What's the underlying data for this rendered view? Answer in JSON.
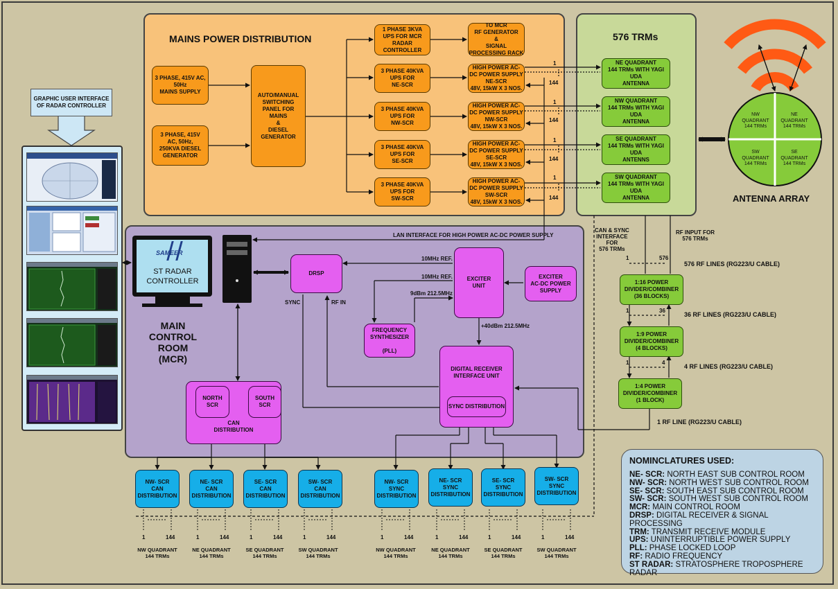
{
  "mains": {
    "title": "MAINS POWER DISTRIBUTION",
    "supply_ac": "3 PHASE, 415V AC,\n50Hz\nMAINS SUPPLY",
    "supply_dg": "3 PHASE, 415V\nAC, 50Hz,\n250KVA DIESEL\nGENERATOR",
    "switch_panel": "AUTO/MANUAL\nSWITCHING\nPANEL FOR\nMAINS\n&\nDIESEL\nGENERATOR",
    "ups_mcr": "1 PHASE 3KVA\nUPS FOR MCR\nRADAR\nCONTROLLER",
    "rf_gen": "TO MCR\nRF GENERATOR\n&\nSIGNAL\nPROCESSING RACK",
    "ups": [
      "3 PHASE 40KVA\nUPS FOR\nNE-SCR",
      "3 PHASE 40KVA\nUPS FOR\nNW-SCR",
      "3 PHASE 40KVA\nUPS FOR\nSE-SCR",
      "3 PHASE 40KVA\nUPS FOR\nSW-SCR"
    ],
    "hp_supply": [
      "HIGH POWER AC-\nDC POWER SUPPLY\nNE-SCR\n48V, 15kW X 3 NOS.",
      "HIGH POWER AC-\nDC POWER SUPPLY\nNW-SCR\n48V, 15kW X 3 NOS.",
      "HIGH POWER AC-\nDC POWER SUPPLY\nSE-SCR\n48V, 15kW X 3 NOS.",
      "HIGH POWER AC-\nDC POWER SUPPLY\nSW-SCR\n48V, 15kW X 3 NOS."
    ],
    "range_top": "1",
    "range_bottom": "144"
  },
  "trm": {
    "title": "576 TRMs",
    "quadrants": [
      "NE QUADRANT\n144 TRMs WITH YAGI UDA\nANTENNA",
      "NW QUADRANT\n144 TRMs WITH YAGI UDA\nANTENNA",
      "SE QUADRANT\n144 TRMs WITH YAGI UDA\nANTENNS",
      "SW QUADRANT\n144 TRMs WITH YAGI UDA\nANTENNA"
    ]
  },
  "antenna": {
    "title": "ANTENNA ARRAY",
    "quadrants": [
      "NW\nQUADRANT\n144 TRMs",
      "NE\nQUADRANT\n144 TRMs",
      "SW\nQUADRANT\n144 TRMs",
      "SE\nQUADRANT\n144 TRMs"
    ]
  },
  "gui": {
    "caption": "GRAPHIC USER INTERFACE\nOF RADAR CONTROLLER"
  },
  "mcr": {
    "title": "MAIN\nCONTROL\nROOM\n(MCR)",
    "lan_label": "LAN INTERFACE FOR HIGH POWER AC-DC POWER SUPPLY",
    "monitor_logo": "SAMEER",
    "monitor_text": "ST RADAR\nCONTROLLER",
    "drsp": "DRSP",
    "exciter": "EXCITER\nUNIT",
    "exciter_ps": "EXCITER\nAC-DC POWER\nSUPPLY",
    "synth": "FREQUENCY\nSYNTHESIZER\n\n(PLL)",
    "digital_rx": "DIGITAL RECEIVER\nINTERFACE UNIT",
    "sync_dist": "SYNC DISTRIBUTION",
    "can_dist": "CAN\nDISTRIBUTION",
    "north_scr": "NORTH\nSCR",
    "south_scr": "SOUTH\nSCR",
    "ref1": "10MHz REF.",
    "ref2": "10MHz REF.",
    "pll_out": "9dBm 212.5MHz",
    "exc_out": "+40dBm 212.5MHz",
    "sync": "SYNC",
    "rf_in": "RF IN"
  },
  "rf": {
    "can_sync": "CAN & SYNC\nINTERFACE\nFOR\n576 TRMs",
    "rf_input": "RF INPUT FOR\n576 TRMs",
    "lines_576": "576 RF LINES (RG223/U CABLE)",
    "lines_36": "36 RF LINES (RG223/U CABLE)",
    "lines_4": "4 RF LINES (RG223/U CABLE)",
    "line_1": "1 RF LINE (RG223/U CABLE)",
    "div16": "1:16 POWER\nDIVIDER/COMBINER\n(36 BLOCKS)",
    "div9": "1:9 POWER\nDIVIDER/COMBINER\n(4 BLOCKS)",
    "div4": "1:4 POWER\nDIVIDER/COMBINER\n(1 BLOCK)",
    "n1": "1",
    "n576": "576",
    "n36": "36",
    "n4": "4"
  },
  "bottom": {
    "can_boxes": [
      "NW- SCR\nCAN\nDISTRIBUTION",
      "NE- SCR\nCAN\nDISTRIBUTION",
      "SE- SCR\nCAN\nDISTRIBUTION",
      "SW- SCR\nCAN\nDISTRIBUTION"
    ],
    "sync_boxes": [
      "NW- SCR\nSYNC\nDISTRIBUTION",
      "NE- SCR\nSYNC\nDISTRIBUTION",
      "SE- SCR\nSYNC\nDISTRIBUTION",
      "SW- SCR\nSYNC\nDISTRIBUTION"
    ],
    "quad_labels": [
      "NW QUADRANT\n144 TRMs",
      "NE QUADRANT\n144 TRMs",
      "SE QUADRANT\n144 TRMs",
      "SW QUADRANT\n144 TRMs",
      "NW QUADRANT\n144 TRMs",
      "NE QUADRANT\n144 TRMs",
      "SE QUADRANT\n144 TRMs",
      "SW QUADRANT\n144 TRMs"
    ],
    "range_start": "1",
    "range_end": "144"
  },
  "nomenclature": {
    "title": "NOMINCLATURES USED:",
    "items": [
      {
        "abbr": "NE- SCR:",
        "text": " NORTH EAST SUB CONTROL ROOM"
      },
      {
        "abbr": "NW- SCR:",
        "text": " NORTH WEST SUB CONTROL ROOM"
      },
      {
        "abbr": "SE- SCR:",
        "text": " SOUTH EAST SUB CONTROL ROOM"
      },
      {
        "abbr": "SW- SCR:",
        "text": " SOUTH WEST SUB CONTROL ROOM"
      },
      {
        "abbr": "MCR:",
        "text": " MAIN CONTROL ROOM"
      },
      {
        "abbr": "DRSP:",
        "text": " DIGITAL RECEIVER & SIGNAL PROCESSING"
      },
      {
        "abbr": "TRM:",
        "text": " TRANSMIT RECEIVE MODULE"
      },
      {
        "abbr": "UPS:",
        "text": " UNINTERRUPTIBLE POWER SUPPLY"
      },
      {
        "abbr": "PLL:",
        "text": " PHASE LOCKED LOOP"
      },
      {
        "abbr": "RF:",
        "text": " RADIO FREQUENCY"
      },
      {
        "abbr": "ST RADAR:",
        "text": " STRATOSPHERE TROPOSPHERE RADAR"
      }
    ]
  },
  "colors": {
    "mains_panel": "#f8c27a",
    "trm_panel": "#c8d999",
    "mcr_panel": "#b4a3cb",
    "orange_block": "#f89a1c",
    "green_block": "#86cb3a",
    "magenta_block": "#e45ff0",
    "cyan_block": "#16aee8",
    "antenna_arc": "#ff5a14"
  }
}
